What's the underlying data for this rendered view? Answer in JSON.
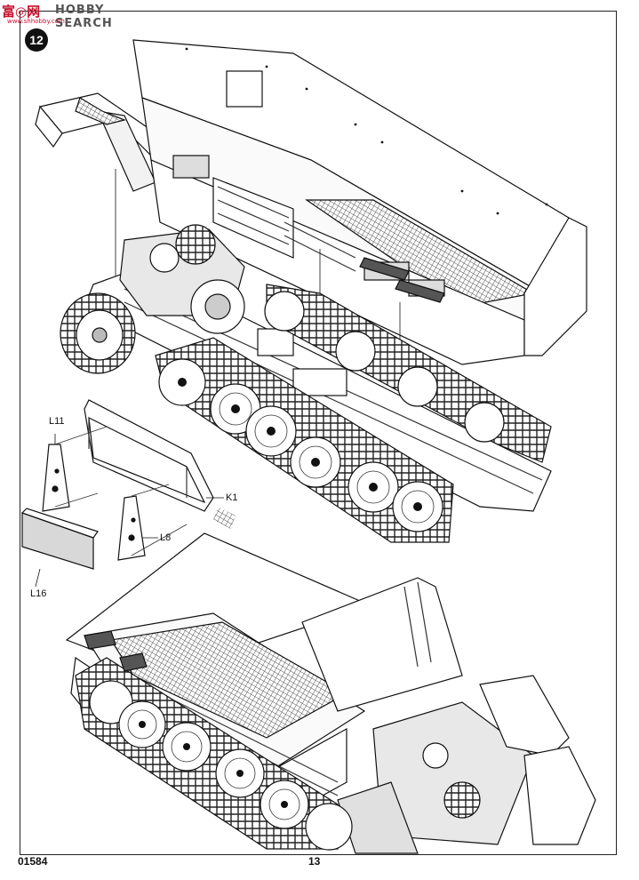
{
  "watermark": {
    "logo": "富◎网",
    "text": "HOBBY SEARCH",
    "sub": "www.shhobby.com"
  },
  "step_number": "12",
  "part_labels": {
    "l11": "L11",
    "k1": "K1",
    "l8": "L8",
    "l16": "L16"
  },
  "footer": {
    "product_code": "01584",
    "page_number": "13"
  }
}
